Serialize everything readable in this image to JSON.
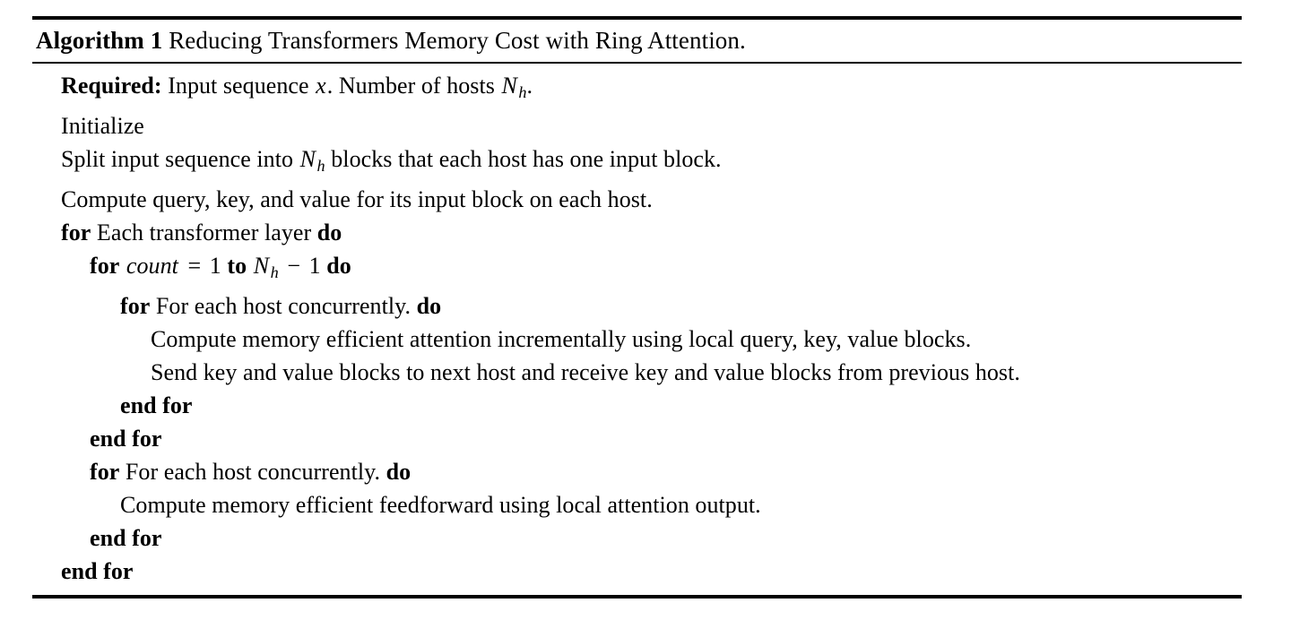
{
  "algorithm": {
    "caption_label": "Algorithm 1",
    "caption_title": "Reducing Transformers Memory Cost with Ring Attention.",
    "required_label": "Required:",
    "required_text_1": "Input sequence",
    "required_var_x": "x",
    "required_text_2": ". Number of hosts",
    "required_var_N": "N",
    "required_var_N_sub": "h",
    "required_text_3": ".",
    "line_initialize": "Initialize",
    "line_split_pre": "Split input sequence into",
    "line_split_var_N": "N",
    "line_split_var_N_sub": "h",
    "line_split_post": "blocks that each host has one input block.",
    "line_compute_qkv": "Compute query, key, and value for its input block on each host.",
    "kw_for": "for",
    "kw_do": "do",
    "kw_to": "to",
    "kw_end_for": "end for",
    "loop_layer_text": "Each transformer layer",
    "loop_count_var": "count",
    "loop_count_eq": "=",
    "loop_count_start": "1",
    "loop_count_end_var": "N",
    "loop_count_end_sub": "h",
    "loop_count_minus": "−",
    "loop_count_offset": "1",
    "loop_host_text": "For each host concurrently.",
    "body_attention": "Compute memory efficient attention incrementally using local query, key, value blocks.",
    "body_send_recv": "Send key and value blocks to next host and receive key and value blocks from previous host.",
    "body_feedforward": "Compute memory efficient feedforward using local attention output."
  }
}
